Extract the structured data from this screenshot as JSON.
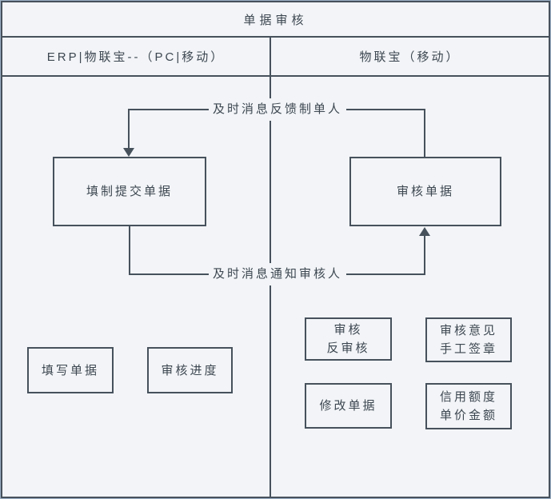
{
  "page": {
    "title": "单据审核",
    "colors": {
      "background": "#f2f4f7",
      "line": "#46515c",
      "text": "#3d4751",
      "outer_edge": "#9cb0c5"
    }
  },
  "lanes": [
    {
      "label": "ERP|物联宝--（PC|移动）"
    },
    {
      "label": "物联宝（移动）"
    }
  ],
  "flow": {
    "labels": {
      "feedback_to_creator": "及时消息反馈制单人",
      "notify_reviewer": "及时消息通知审核人"
    },
    "nodes": {
      "fill_submit": "填制提交单据",
      "review": "审核单据"
    }
  },
  "left_actions": [
    {
      "label": "填写单据"
    },
    {
      "label": "审核进度"
    }
  ],
  "right_actions": [
    {
      "lines": [
        "审核",
        "反审核"
      ]
    },
    {
      "lines": [
        "审核意见",
        "手工签章"
      ]
    },
    {
      "lines": [
        "修改单据"
      ]
    },
    {
      "lines": [
        "信用额度",
        "单价金额"
      ]
    }
  ]
}
